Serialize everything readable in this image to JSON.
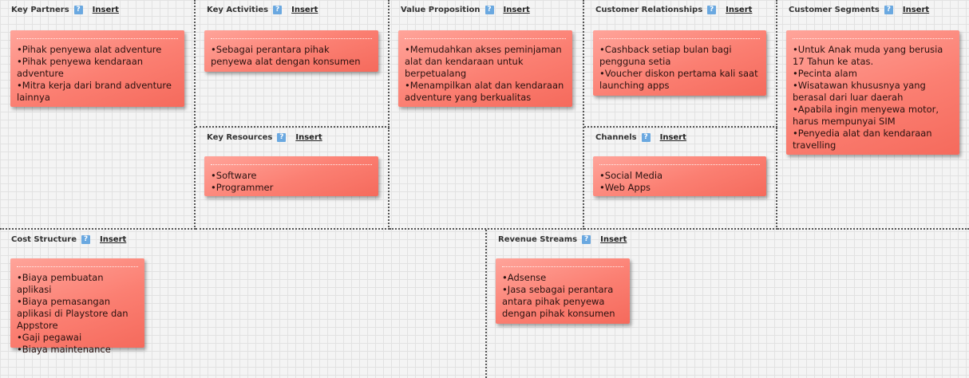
{
  "insert_label": "Insert",
  "help_glyph": "?",
  "sections": {
    "key_partners": {
      "title": "Key Partners",
      "notes": [
        "Pihak penyewa alat adventure",
        "Pihak penyewa kendaraan adventure",
        "Mitra kerja dari brand adventure lainnya"
      ]
    },
    "key_activities": {
      "title": "Key Activities",
      "notes": [
        "Sebagai perantara pihak penyewa alat dengan konsumen"
      ]
    },
    "key_resources": {
      "title": "Key Resources",
      "notes": [
        "Software",
        "Programmer"
      ]
    },
    "value_proposition": {
      "title": "Value Proposition",
      "notes": [
        "Memudahkan akses peminjaman alat dan kendaraan untuk berpetualang",
        "Menampilkan alat dan kendaraan adventure yang berkualitas"
      ]
    },
    "customer_relationships": {
      "title": "Customer Relationships",
      "notes": [
        "Cashback setiap bulan bagi pengguna setia",
        "Voucher diskon pertama kali saat launching apps"
      ]
    },
    "channels": {
      "title": "Channels",
      "notes": [
        "Social Media",
        "Web Apps"
      ]
    },
    "customer_segments": {
      "title": "Customer Segments",
      "notes": [
        "Untuk Anak muda yang berusia 17 Tahun ke atas.",
        "Pecinta alam",
        "Wisatawan khususnya yang berasal dari luar daerah",
        "Apabila ingin menyewa motor, harus mempunyai SIM",
        "Penyedia alat dan kendaraan travelling"
      ]
    },
    "cost_structure": {
      "title": "Cost Structure",
      "notes": [
        "Biaya pembuatan aplikasi",
        "Biaya pemasangan aplikasi di Playstore dan Appstore",
        "Gaji pegawai",
        "Biaya maintenance"
      ]
    },
    "revenue_streams": {
      "title": "Revenue Streams",
      "notes": [
        "Adsense",
        "Jasa sebagai perantara antara pihak penyewa dengan pihak konsumen"
      ]
    }
  },
  "colors": {
    "note_light": "#ffa49a",
    "note_dark": "#f56a5c",
    "help_icon": "#6aa8e0",
    "border": "#555555"
  }
}
